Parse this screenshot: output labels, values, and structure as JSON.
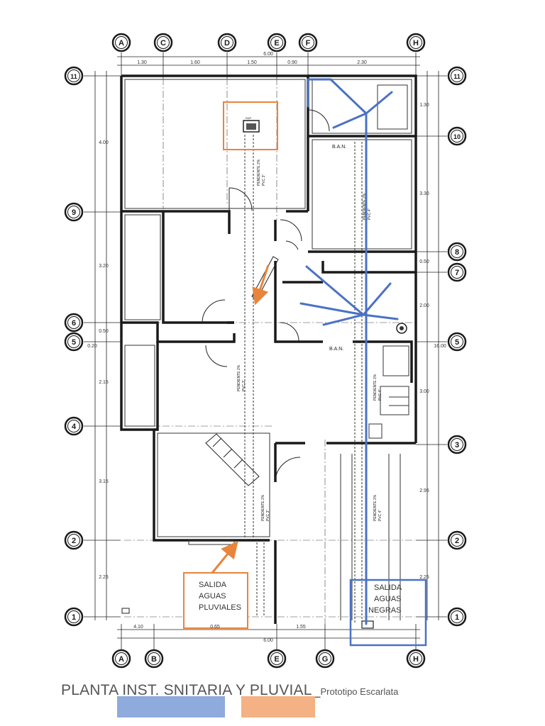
{
  "axes_top": [
    "A",
    "C",
    "D",
    "E",
    "F",
    "H"
  ],
  "axes_bottom": [
    "A",
    "B",
    "E",
    "G",
    "H"
  ],
  "axes_left": [
    "11",
    "9",
    "6",
    "5",
    "4",
    "2",
    "1"
  ],
  "axes_right": [
    "11",
    "10",
    "8",
    "7",
    "5",
    "3",
    "2",
    "1"
  ],
  "dims_top": [
    "1.30",
    "1.60",
    "1.50",
    "0.90",
    "2.30"
  ],
  "dim_top_total": "6.00",
  "dims_bottom": [
    "4.10",
    "0.65",
    "1.55"
  ],
  "dim_bottom_total": "6.00",
  "dims_left": [
    "4.00",
    "3.20",
    "0.50",
    "2.15",
    "3.15",
    "2.25"
  ],
  "dim_left_extra": "0.20",
  "dims_right": [
    "1.30",
    "3.30",
    "0.50",
    "2.00",
    "3.00",
    "2.95",
    "2.25"
  ],
  "dim_right_extra": "16.00",
  "room_labels": {
    "ban_top": "B.A.N.",
    "ban_mid": "B.A.N.",
    "rap": "RAP"
  },
  "pipe_labels": {
    "p1": "PENDIENTE 2%\nPVC 3\"",
    "p2": "PENDIENTE 2%\nPVC 4\"",
    "p3": "PENDIENTE 2%\nPVC 3\"",
    "p4": "PENDIENTE 2%\nPVC 4\"",
    "p5": "PENDIENTE 2%\nPVC 3\"",
    "p6": "PENDIENTE 2%\nPVC 4\""
  },
  "callouts": {
    "pluviales": [
      "SALIDA",
      "AGUAS",
      "PLUVIALES"
    ],
    "negras": [
      "SALIDA",
      "AGUAS",
      "NEGRAS"
    ]
  },
  "title": {
    "main": "PLANTA INST. SNITARIA Y PLUVIAL_",
    "sub": "Prototipo Escarlata"
  },
  "colors": {
    "line": "#1a1a1a",
    "blue": "#4a72c4",
    "orange": "#e8843c",
    "legend_blue": "#8faadc",
    "legend_orange": "#f4b183"
  }
}
